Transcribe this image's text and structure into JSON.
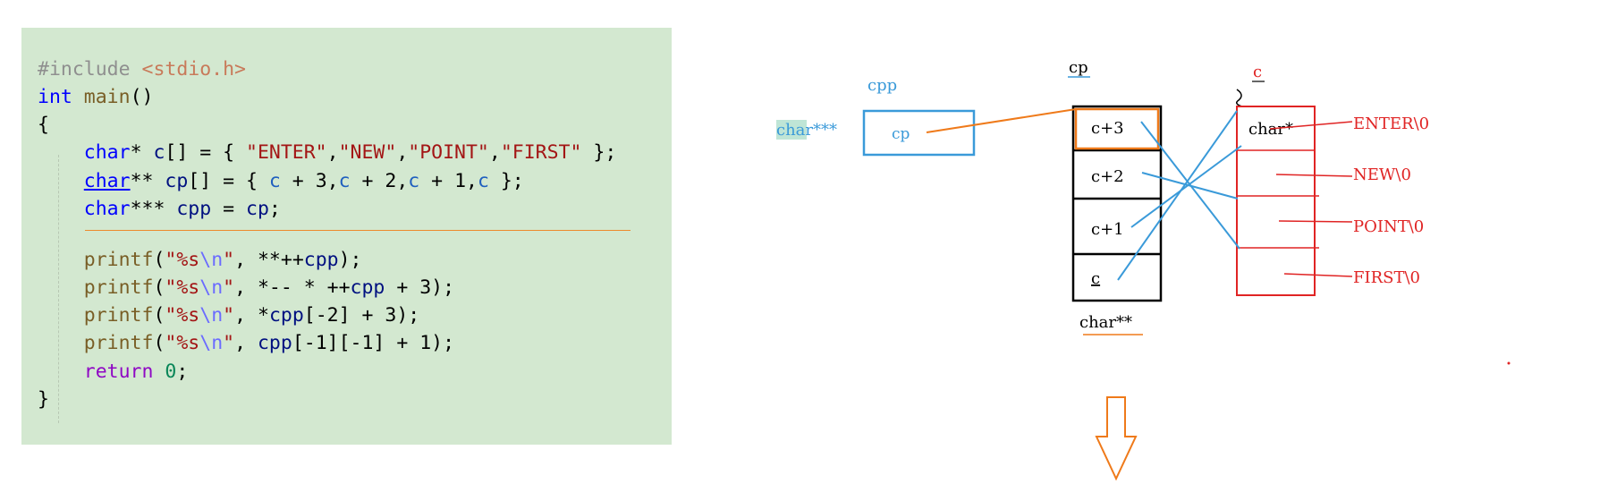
{
  "code": {
    "lines": [
      [
        {
          "t": "#include ",
          "c": "tk-pre"
        },
        {
          "t": "<stdio.h>",
          "c": "tk-hdr"
        }
      ],
      [
        {
          "t": "int",
          "c": "tk-kw"
        },
        {
          "t": " ",
          "c": "tk-plain"
        },
        {
          "t": "main",
          "c": "tk-fn"
        },
        {
          "t": "()",
          "c": "tk-plain"
        }
      ],
      [
        {
          "t": "{",
          "c": "tk-plain"
        }
      ],
      [
        {
          "t": "    ",
          "c": "tk-plain"
        },
        {
          "t": "char",
          "c": "tk-kw"
        },
        {
          "t": "* ",
          "c": "tk-plain"
        },
        {
          "t": "c",
          "c": "tk-var"
        },
        {
          "t": "[] = { ",
          "c": "tk-plain"
        },
        {
          "t": "\"ENTER\"",
          "c": "tk-str"
        },
        {
          "t": ",",
          "c": "tk-plain"
        },
        {
          "t": "\"NEW\"",
          "c": "tk-str"
        },
        {
          "t": ",",
          "c": "tk-plain"
        },
        {
          "t": "\"POINT\"",
          "c": "tk-str"
        },
        {
          "t": ",",
          "c": "tk-plain"
        },
        {
          "t": "\"FIRST\"",
          "c": "tk-str"
        },
        {
          "t": " };",
          "c": "tk-plain"
        }
      ],
      [
        {
          "t": "    ",
          "c": "tk-plain"
        },
        {
          "t": "char",
          "c": "tk-kw tk-ul"
        },
        {
          "t": "** ",
          "c": "tk-plain"
        },
        {
          "t": "cp",
          "c": "tk-var"
        },
        {
          "t": "[] = { ",
          "c": "tk-plain"
        },
        {
          "t": "c",
          "c": "tk-var2"
        },
        {
          "t": " + 3,",
          "c": "tk-plain"
        },
        {
          "t": "c",
          "c": "tk-var2"
        },
        {
          "t": " + 2,",
          "c": "tk-plain"
        },
        {
          "t": "c",
          "c": "tk-var2"
        },
        {
          "t": " + 1,",
          "c": "tk-plain"
        },
        {
          "t": "c",
          "c": "tk-var2"
        },
        {
          "t": " };",
          "c": "tk-plain"
        }
      ],
      [
        {
          "t": "    ",
          "c": "tk-plain"
        },
        {
          "t": "char",
          "c": "tk-kw"
        },
        {
          "t": "*** ",
          "c": "tk-plain"
        },
        {
          "t": "cpp",
          "c": "tk-var"
        },
        {
          "t": " = ",
          "c": "tk-plain"
        },
        {
          "t": "cp",
          "c": "tk-var"
        },
        {
          "t": ";",
          "c": "tk-plain"
        }
      ],
      [],
      [
        {
          "t": "    ",
          "c": "tk-plain"
        },
        {
          "t": "printf",
          "c": "tk-fn"
        },
        {
          "t": "(",
          "c": "tk-plain"
        },
        {
          "t": "\"%s",
          "c": "tk-str"
        },
        {
          "t": "\\n",
          "c": "tk-esc"
        },
        {
          "t": "\"",
          "c": "tk-str"
        },
        {
          "t": ", **++",
          "c": "tk-plain"
        },
        {
          "t": "cpp",
          "c": "tk-var"
        },
        {
          "t": ");",
          "c": "tk-plain"
        }
      ],
      [
        {
          "t": "    ",
          "c": "tk-plain"
        },
        {
          "t": "printf",
          "c": "tk-fn"
        },
        {
          "t": "(",
          "c": "tk-plain"
        },
        {
          "t": "\"%s",
          "c": "tk-str"
        },
        {
          "t": "\\n",
          "c": "tk-esc"
        },
        {
          "t": "\"",
          "c": "tk-str"
        },
        {
          "t": ", *-- * ++",
          "c": "tk-plain"
        },
        {
          "t": "cpp",
          "c": "tk-var"
        },
        {
          "t": " + 3);",
          "c": "tk-plain"
        }
      ],
      [
        {
          "t": "    ",
          "c": "tk-plain"
        },
        {
          "t": "printf",
          "c": "tk-fn"
        },
        {
          "t": "(",
          "c": "tk-plain"
        },
        {
          "t": "\"%s",
          "c": "tk-str"
        },
        {
          "t": "\\n",
          "c": "tk-esc"
        },
        {
          "t": "\"",
          "c": "tk-str"
        },
        {
          "t": ", *",
          "c": "tk-plain"
        },
        {
          "t": "cpp",
          "c": "tk-var"
        },
        {
          "t": "[-2] + 3);",
          "c": "tk-plain"
        }
      ],
      [
        {
          "t": "    ",
          "c": "tk-plain"
        },
        {
          "t": "printf",
          "c": "tk-fn"
        },
        {
          "t": "(",
          "c": "tk-plain"
        },
        {
          "t": "\"%s",
          "c": "tk-str"
        },
        {
          "t": "\\n",
          "c": "tk-esc"
        },
        {
          "t": "\"",
          "c": "tk-str"
        },
        {
          "t": ", ",
          "c": "tk-plain"
        },
        {
          "t": "cpp",
          "c": "tk-var"
        },
        {
          "t": "[-1][-1] + 1);",
          "c": "tk-plain"
        }
      ],
      [
        {
          "t": "    ",
          "c": "tk-plain"
        },
        {
          "t": "return",
          "c": "tk-kw2"
        },
        {
          "t": " ",
          "c": "tk-plain"
        },
        {
          "t": "0",
          "c": "tk-num"
        },
        {
          "t": ";",
          "c": "tk-plain"
        }
      ],
      [
        {
          "t": "}",
          "c": "tk-plain"
        }
      ]
    ]
  },
  "diagram": {
    "cpp_label": "cpp",
    "cpp_type": "char***",
    "cpp_value": "cp",
    "cp_label": "cp",
    "cp_cells": [
      "c+3",
      "c+2",
      "c+1",
      "c"
    ],
    "cp_type": "char**",
    "c_label": "c",
    "c_cell_type": "char*",
    "strings": [
      "ENTER\\0",
      "NEW\\0",
      "POINT\\0",
      "FIRST\\0"
    ],
    "colors": {
      "blue": "#3a9ad9",
      "orange": "#ef7a1a",
      "red": "#e02424",
      "highlight": "#bfe5d6"
    }
  }
}
